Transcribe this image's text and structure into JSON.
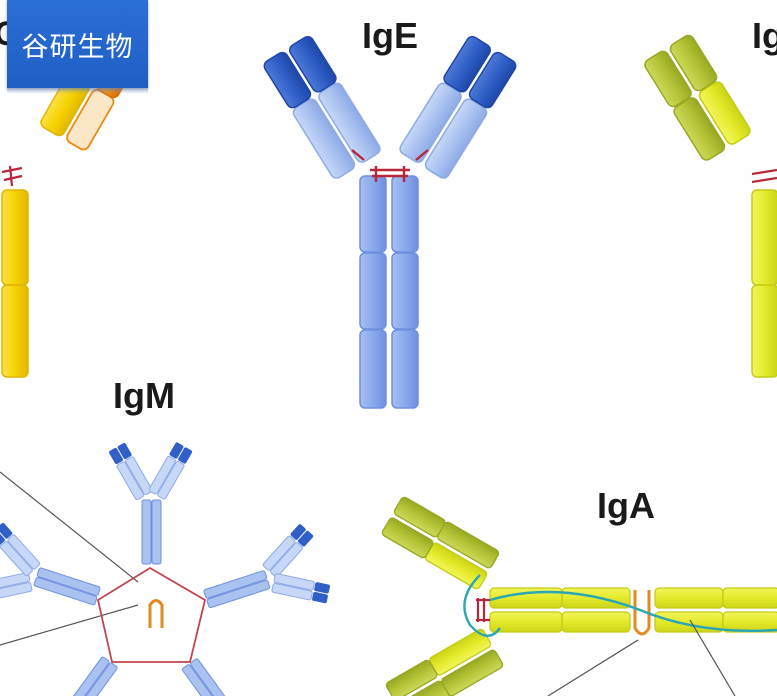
{
  "labels": {
    "ige": "IgE",
    "igm": "IgM",
    "iga": "IgA",
    "edge_left": "G",
    "edge_right": "Ig"
  },
  "watermark": "谷研生物",
  "colors": {
    "ige_light": "#a9c2f0",
    "ige_dark": "#2f5fc7",
    "ige_mid": "#8fb0ec",
    "igg_yellow": "#f6d200",
    "igg_orange": "#f08a10",
    "igd_green": "#b7c63a",
    "igd_yellow": "#e8ee2a",
    "iga_green": "#b5c437",
    "iga_yellow": "#e6ec2c",
    "disulfide": "#b8273a",
    "j_chain": "#e28a1e",
    "secretory": "#2aa6b6"
  }
}
